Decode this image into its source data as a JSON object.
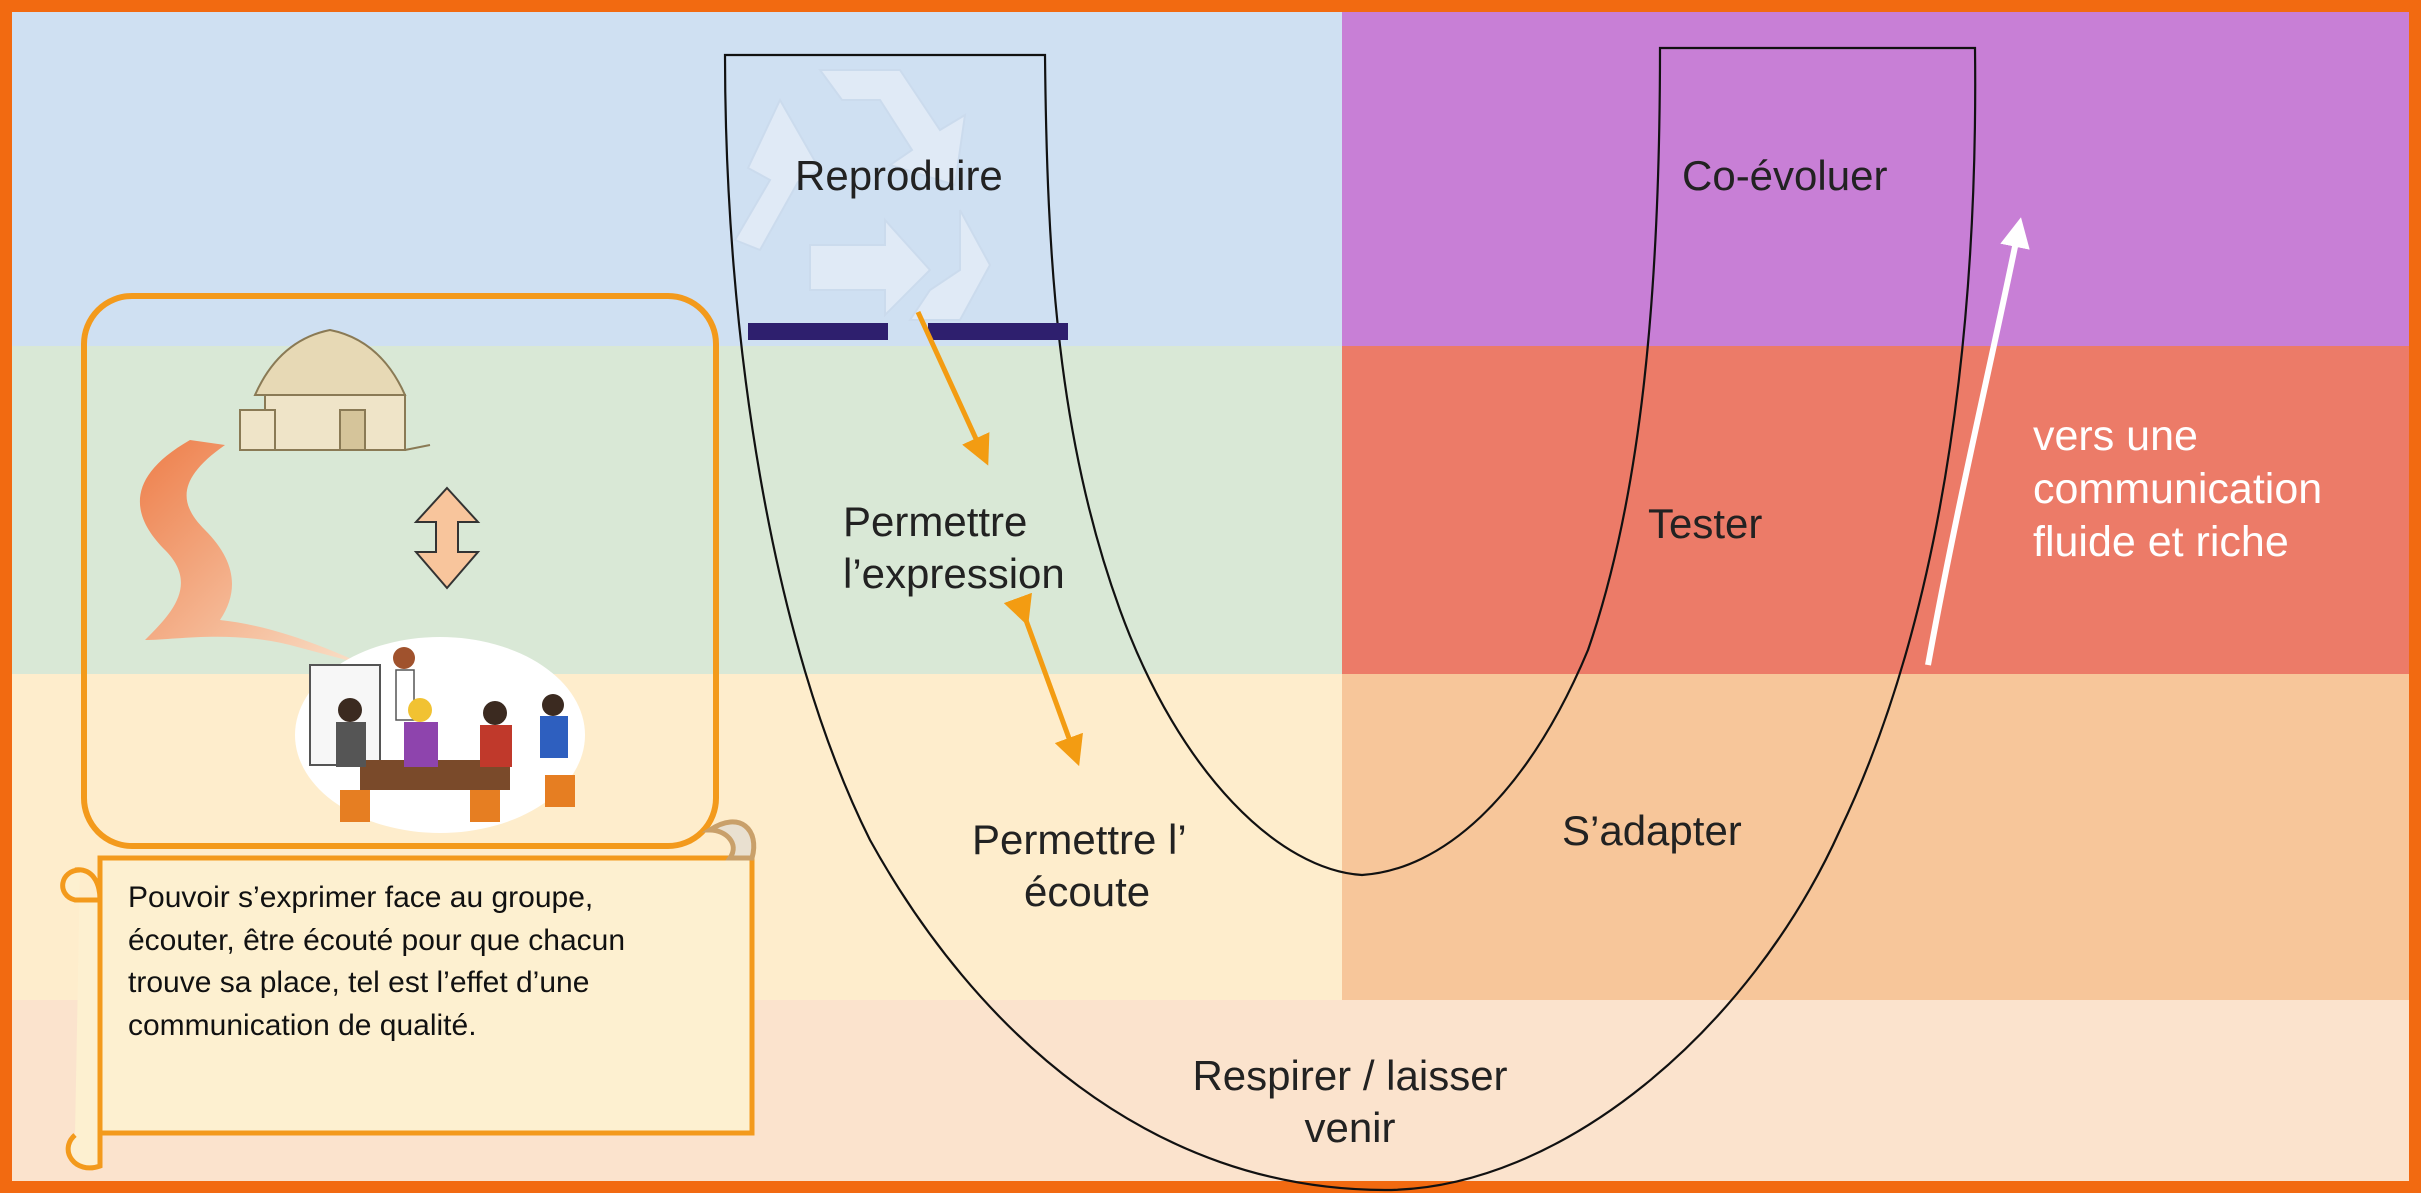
{
  "colors": {
    "frame": "#f26a11",
    "left_top": "#cfe0f2",
    "left_middle": "#d9e8d6",
    "left_bottom": "#feedcc",
    "bottom_band": "#fbe3cd",
    "right_top": "#c87fd6",
    "right_middle": "#ec7b68",
    "right_bottom": "#f7c69a",
    "bar": "#2e1f6e",
    "orange_arrow": "#f39c12",
    "white_arrow": "#ffffff",
    "picture_box": "#f39a1c"
  },
  "icons": [
    "recycle-icon",
    "hut-icon",
    "road-icon",
    "double-arrow-icon",
    "meeting-icon",
    "scroll-icon"
  ],
  "labels": {
    "reproduire": "Reproduire",
    "permettre_expression": [
      "Permettre",
      "l’expression"
    ],
    "permettre_ecoute": [
      "Permettre l’",
      "écoute"
    ],
    "respirer": [
      "Respirer / laisser",
      "venir"
    ],
    "co_evoluer": "Co-évoluer",
    "tester": "Tester",
    "s_adapter": "S’adapter",
    "vers_une": [
      "vers une",
      "communication",
      "fluide et riche"
    ]
  },
  "scroll": {
    "text": "Pouvoir s’exprimer face au groupe, écouter, être écouté pour que chacun trouve sa place, tel est l’effet d’une communication de qualité."
  }
}
